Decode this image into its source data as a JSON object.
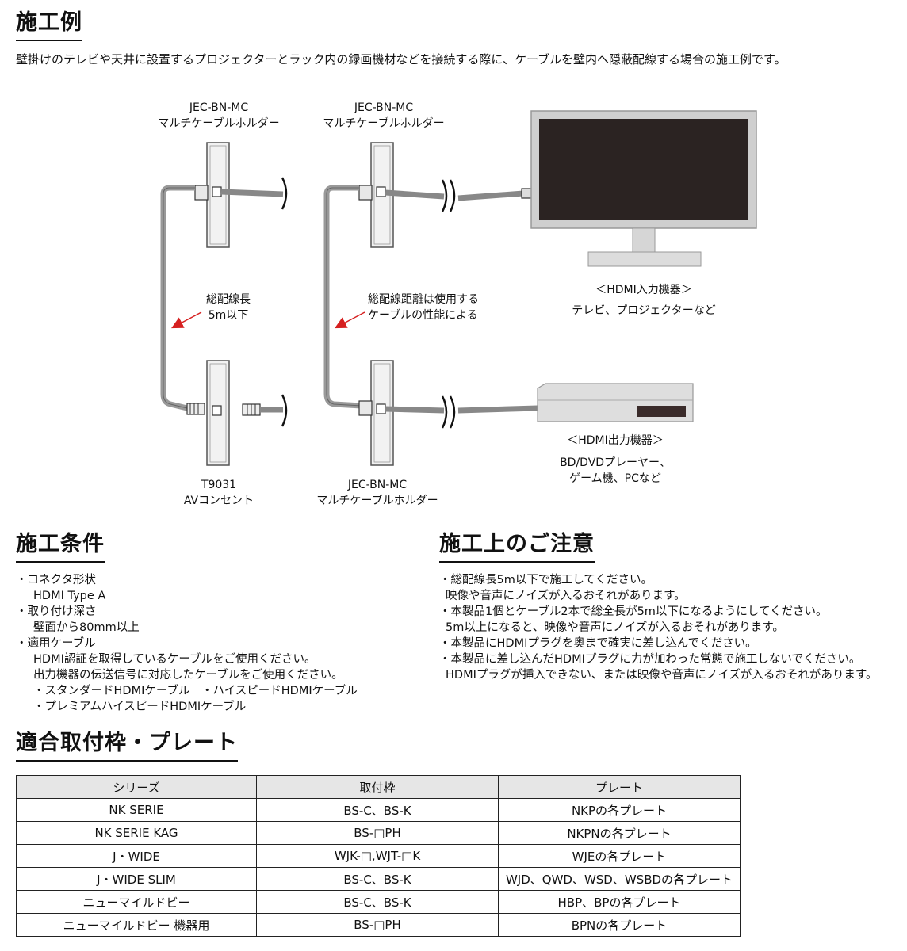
{
  "headings": {
    "example": "施工例",
    "conditions": "施工条件",
    "notes": "施工上のご注意",
    "frames": "適合取付枠・プレート"
  },
  "intro": "壁掛けのテレビや天井に設置するプロジェクターとラック内の録画機材などを接続する際に、ケーブルを壁内へ隠蔽配線する場合の施工例です。",
  "diagram": {
    "holder_top_left": {
      "model": "JEC-BN-MC",
      "name": "マルチケーブルホルダー"
    },
    "holder_top_right": {
      "model": "JEC-BN-MC",
      "name": "マルチケーブルホルダー"
    },
    "outlet_bottom_left": {
      "model": "T9031",
      "name": "AVコンセント"
    },
    "holder_bottom_right": {
      "model": "JEC-BN-MC",
      "name": "マルチケーブルホルダー"
    },
    "length_left": {
      "line1": "総配線長",
      "line2": "5m以下"
    },
    "length_right": {
      "line1": "総配線距離は使用する",
      "line2": "ケーブルの性能による"
    },
    "input_device": {
      "title": "＜HDMI入力機器＞",
      "desc": "テレビ、プロジェクターなど"
    },
    "output_device": {
      "title": "＜HDMI出力機器＞",
      "desc1": "BD/DVDプレーヤー、",
      "desc2": "ゲーム機、PCなど"
    }
  },
  "conditions": [
    "・コネクタ形状",
    "HDMI Type A",
    "・取り付け深さ",
    "壁面から80mm以上",
    "・適用ケーブル",
    "HDMI認証を取得しているケーブルをご使用ください。",
    "出力機器の伝送信号に対応したケーブルをご使用ください。",
    "・スタンダードHDMIケーブル　・ハイスピードHDMIケーブル",
    "・プレミアムハイスピードHDMIケーブル"
  ],
  "notes": [
    "・総配線長5m以下で施工してください。",
    "映像や音声にノイズが入るおそれがあります。",
    "・本製品1個とケーブル2本で総全長が5m以下になるようにしてください。",
    "5m以上になると、映像や音声にノイズが入るおそれがあります。",
    "・本製品にHDMIプラグを奥まで確実に差し込んでください。",
    "・本製品に差し込んだHDMIプラグに力が加わった常態で施工しないでください。",
    "HDMIプラグが挿入できない、または映像や音声にノイズが入るおそれがあります。"
  ],
  "table": {
    "headers": [
      "シリーズ",
      "取付枠",
      "プレート"
    ],
    "rows": [
      [
        "NK SERIE",
        "BS-C、BS-K",
        "NKPの各プレート"
      ],
      [
        "NK SERIE KAG",
        "BS-□PH",
        "NKPNの各プレート"
      ],
      [
        "J・WIDE",
        "WJK-□,WJT-□K",
        "WJEの各プレート"
      ],
      [
        "J・WIDE SLIM",
        "BS-C、BS-K",
        "WJD、QWD、WSD、WSBDの各プレート"
      ],
      [
        "ニューマイルドビー",
        "BS-C、BS-K",
        "HBP、BPの各プレート"
      ],
      [
        "ニューマイルドビー 機器用",
        "BS-□PH",
        "BPNの各プレート"
      ]
    ]
  }
}
